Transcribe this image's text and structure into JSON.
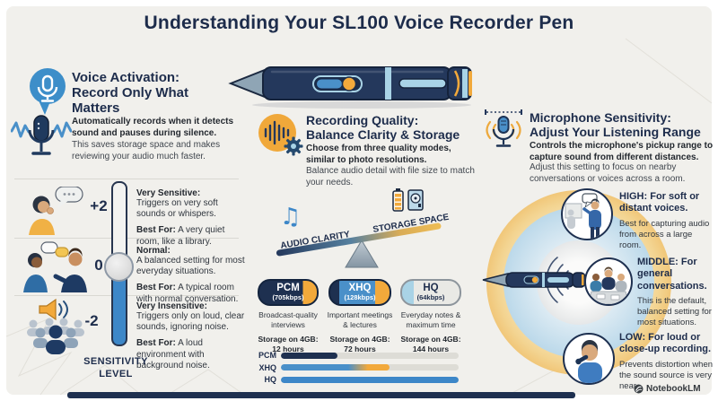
{
  "title": "Understanding Your SL100 Voice Recorder Pen",
  "brand": {
    "name": "NotebookLM"
  },
  "colors": {
    "navy": "#1d2c4b",
    "blue": "#4a90c9",
    "light_blue": "#a9d3e6",
    "orange": "#f2a93b",
    "panel_bg": "#f1f0ec"
  },
  "voice_activation": {
    "heading": "Voice Activation:\nRecord Only What\nMatters",
    "bold_text": "Automatically records when it detects sound and pauses during silence.",
    "body_text": "This saves storage space and makes reviewing your audio much faster."
  },
  "sensitivity": {
    "axis_label": "SENSITIVITY\nLEVEL",
    "levels": [
      {
        "value": "+2",
        "name": "Very Sensitive:",
        "desc": "Triggers on very soft sounds or whispers.",
        "best_label": "Best For:",
        "best": "A very quiet room, like a library."
      },
      {
        "value": "0",
        "name": "Normal:",
        "desc": "A balanced setting for most everyday situations.",
        "best_label": "Best For:",
        "best": "A typical room with normal conversation."
      },
      {
        "value": "-2",
        "name": "Very Insensitive:",
        "desc": "Triggers only on loud, clear sounds, ignoring noise.",
        "best_label": "Best For:",
        "best": "A loud environment with background noise."
      }
    ]
  },
  "recording_quality": {
    "heading": "Recording Quality:\nBalance Clarity & Storage",
    "bold_text": "Choose from three quality modes, similar to photo resolutions.",
    "body_text": "Balance audio detail with file size to match your needs.",
    "seesaw": {
      "left_label": "AUDIO CLARITY",
      "right_label": "STORAGE SPACE",
      "note_glyph": "♫"
    },
    "modes": [
      {
        "name": "PCM",
        "bitrate": "(705kbps)",
        "use": "Broadcast-quality interviews",
        "storage_label": "Storage on 4GB:",
        "storage": "12 hours"
      },
      {
        "name": "XHQ",
        "bitrate": "(128kbps)",
        "use": "Important meetings & lectures",
        "storage_label": "Storage on 4GB:",
        "storage": "72 hours"
      },
      {
        "name": "HQ",
        "bitrate": "(64kbps)",
        "use": "Everyday notes & maximum time",
        "storage_label": "Storage on 4GB:",
        "storage": "144 hours"
      }
    ]
  },
  "chart_data": {
    "type": "bar",
    "categories": [
      "PCM",
      "XHQ",
      "HQ"
    ],
    "values": [
      32,
      61,
      100
    ],
    "value_unit": "percent of track filled (visual)",
    "storage_hours_on_4gb": [
      12,
      72,
      144
    ],
    "bitrates_kbps": [
      705,
      128,
      64
    ],
    "bar_colors": [
      "#1e3050",
      "#4a90c9 to #f2a93b",
      "#3d87c8"
    ],
    "track_color": "#dddcd6",
    "grid": false,
    "legend": "none"
  },
  "mic_sensitivity": {
    "heading": "Microphone Sensitivity:\nAdjust Your Listening Range",
    "bold_text": "Controls the microphone's pickup range to capture sound from different distances.",
    "body_text": "Adjust this setting to focus on nearby conversations or voices across a room.",
    "ranges": [
      {
        "name": "HIGH: For soft or distant voices.",
        "desc": "Best for capturing audio from across a large room."
      },
      {
        "name": "MIDDLE: For general conversations.",
        "desc": "This is the default, balanced setting for most situations."
      },
      {
        "name": "LOW: For loud or close-up recording.",
        "desc": "Prevents distortion when the sound source is very near."
      }
    ]
  }
}
